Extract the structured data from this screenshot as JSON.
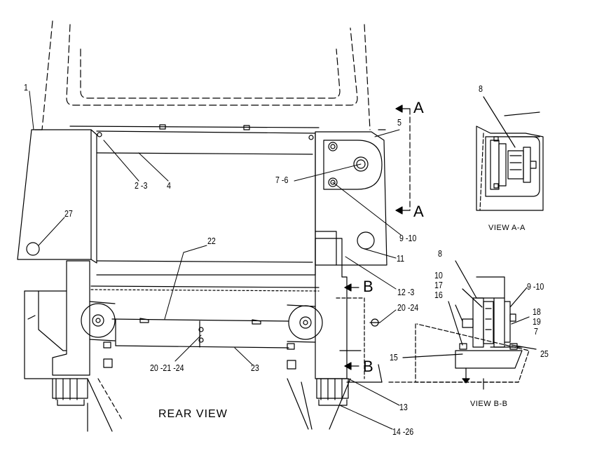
{
  "callouts": {
    "c1": "1",
    "c2_3": "2 -3",
    "c4": "4",
    "c5": "5",
    "c7_6": "7 -6",
    "c9_10": "9 -10",
    "c11": "11",
    "c12_3": "12 -3",
    "c13": "13",
    "c14_26": "14 -26",
    "c20_24": "20 -24",
    "c20_21_24": "20 -21 -24",
    "c22": "22",
    "c23": "23",
    "c27": "27",
    "sec_A_top": "A",
    "sec_A_bottom": "A",
    "sec_B_top": "B",
    "sec_B_bottom": "B"
  },
  "detail_aa": {
    "c8": "8",
    "caption": "VIEW A-A"
  },
  "detail_bb": {
    "c8": "8",
    "c10": "10",
    "c17": "17",
    "c16": "16",
    "c9_10": "9 -10",
    "c18": "18",
    "c19": "19",
    "c7": "7",
    "c15": "15",
    "c25": "25",
    "caption": "VIEW B-B"
  },
  "main_caption": "REAR VIEW"
}
